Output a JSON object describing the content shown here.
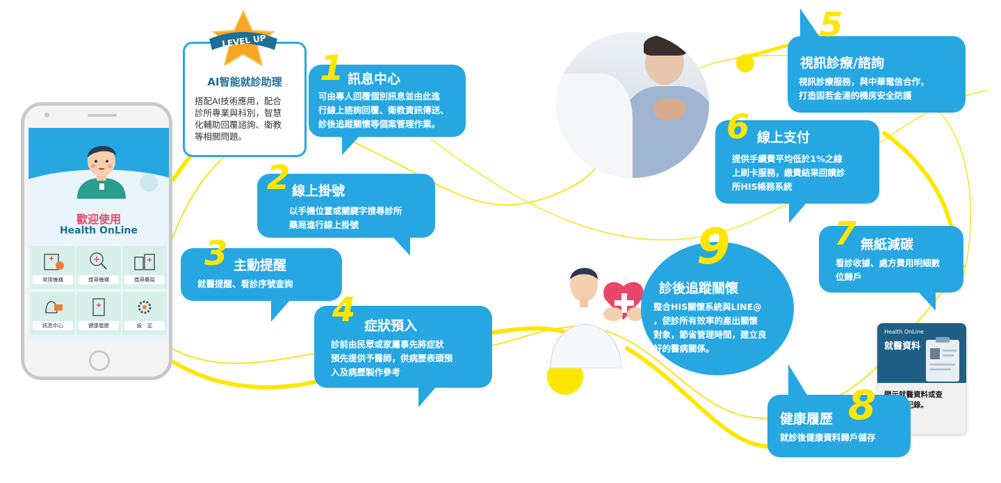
{
  "phone": {
    "welcome": "歡迎使用",
    "brand": "Health OnLine",
    "tiles": [
      "常用機構",
      "搜尋機構",
      "搜尋藥局",
      "訊息中心",
      "健康履歷",
      "設　定"
    ]
  },
  "ai_card": {
    "badge": "LEVEL UP",
    "title": "AI智能就診助理",
    "lines": [
      "搭配AI技術應用，配合",
      "診所專業與科別，智慧",
      "化輔助回覆諮詢、衛教",
      "等相關問題。"
    ]
  },
  "steps": [
    {
      "num": "1",
      "title": "訊息中心",
      "lines": [
        "可由專人回覆個別訊息並由此進",
        "行線上諮詢回覆、衛教資訊傳送、",
        "診後追蹤關懷等個案管理作業。"
      ]
    },
    {
      "num": "2",
      "title": "線上掛號",
      "lines": [
        "以手機位置或關鍵字搜尋診所",
        "藥局進行線上掛號"
      ]
    },
    {
      "num": "3",
      "title": "主動提醒",
      "lines": [
        "就醫提醒、看診序號查詢"
      ]
    },
    {
      "num": "4",
      "title": "症狀預入",
      "lines": [
        "診前由民眾或家屬事先將症狀",
        "預先提供予醫師，供病歷表頭預",
        "入及病歷製作參考"
      ]
    },
    {
      "num": "5",
      "title": "視訊診療/諮詢",
      "lines": [
        "視訊診療服務，與中華電信合作，",
        "打造固若金湯的機房安全防護"
      ]
    },
    {
      "num": "6",
      "title": "線上支付",
      "lines": [
        "提供手續費平均低於1%之線",
        "上刷卡服務，繳費結果回饋診",
        "所HIS帳務系統"
      ]
    },
    {
      "num": "7",
      "title": "無紙減碳",
      "lines": [
        "看診收據、處方費用明細數",
        "位歸戶"
      ]
    },
    {
      "num": "8",
      "title": "健康履歷",
      "lines": [
        "就診後健康資料歸戶儲存"
      ]
    },
    {
      "num": "9",
      "title": "診後追蹤關懷",
      "lines": [
        "整合HIS關懷系統與LINE@",
        "，使診所有效率的產出關懷",
        "對象，節省管理時間，建立良",
        "好的醫病關係。"
      ]
    }
  ],
  "record_card": {
    "brand": "Health OnLine",
    "title": "就醫資料",
    "lines": [
      "顯示就醫資料或查",
      "看過往紀錄。"
    ]
  },
  "colors": {
    "bubble": "#27a7e2",
    "accent": "#ffe600",
    "line": "#f7e51c",
    "phone_border": "#c9c9c9"
  }
}
